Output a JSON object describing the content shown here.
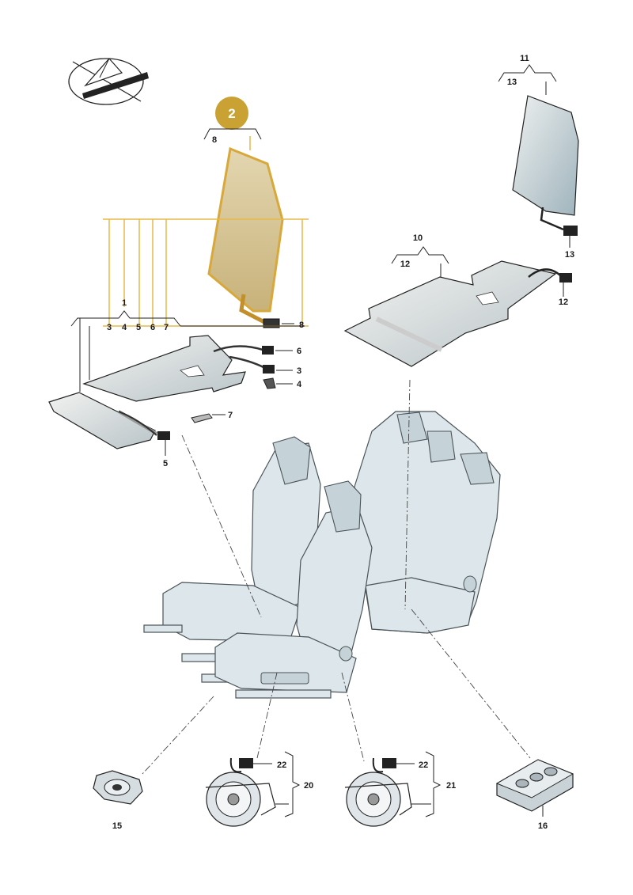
{
  "badge": {
    "number": "2",
    "color": "#c9a233"
  },
  "accent_color": "#e8b84a",
  "callouts": {
    "c1": "1",
    "c2": "3",
    "c3": "4",
    "c4": "5",
    "c5": "6",
    "c6": "7",
    "c7": "8",
    "c8": "10",
    "c9": "11",
    "c10": "12",
    "c11": "13",
    "c12": "15",
    "c13": "16",
    "c14": "20",
    "c15": "21",
    "c16": "22"
  },
  "icons": {
    "orientation": "car-orientation-icon"
  }
}
